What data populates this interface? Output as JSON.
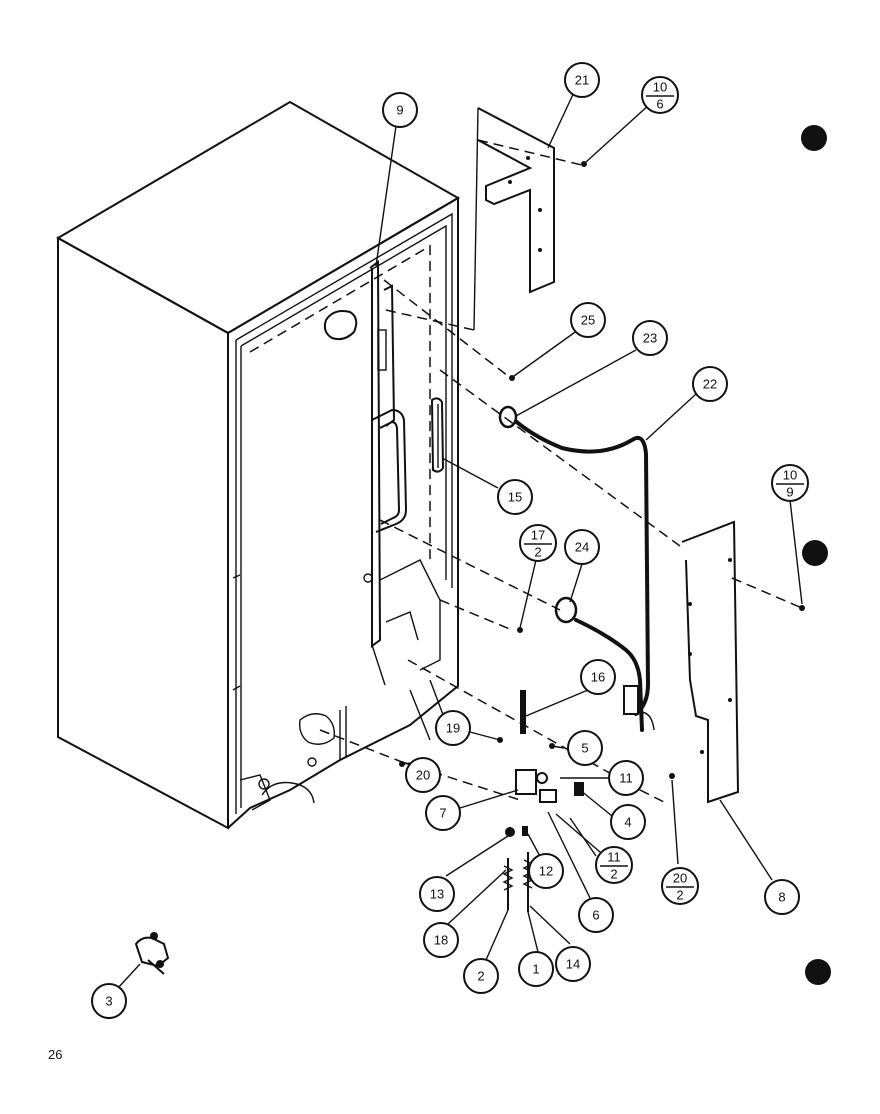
{
  "page_number": "26",
  "callouts": [
    {
      "id": "c21",
      "label": "21"
    },
    {
      "id": "c10-6",
      "num": "10",
      "den": "6"
    },
    {
      "id": "c9",
      "label": "9"
    },
    {
      "id": "c25",
      "label": "25"
    },
    {
      "id": "c23",
      "label": "23"
    },
    {
      "id": "c22",
      "label": "22"
    },
    {
      "id": "c10-9",
      "num": "10",
      "den": "9"
    },
    {
      "id": "c15",
      "label": "15"
    },
    {
      "id": "c17-2",
      "num": "17",
      "den": "2"
    },
    {
      "id": "c24",
      "label": "24"
    },
    {
      "id": "c16",
      "label": "16"
    },
    {
      "id": "c19",
      "label": "19"
    },
    {
      "id": "c5",
      "label": "5"
    },
    {
      "id": "c11",
      "label": "11"
    },
    {
      "id": "c20",
      "label": "20"
    },
    {
      "id": "c7",
      "label": "7"
    },
    {
      "id": "c4",
      "label": "4"
    },
    {
      "id": "c11-2",
      "num": "11",
      "den": "2"
    },
    {
      "id": "c12",
      "label": "12"
    },
    {
      "id": "c13",
      "label": "13"
    },
    {
      "id": "c6",
      "label": "6"
    },
    {
      "id": "c20-2",
      "num": "20",
      "den": "2"
    },
    {
      "id": "c8",
      "label": "8"
    },
    {
      "id": "c18",
      "label": "18"
    },
    {
      "id": "c2",
      "label": "2"
    },
    {
      "id": "c1",
      "label": "1"
    },
    {
      "id": "c14",
      "label": "14"
    },
    {
      "id": "c3",
      "label": "3"
    }
  ]
}
